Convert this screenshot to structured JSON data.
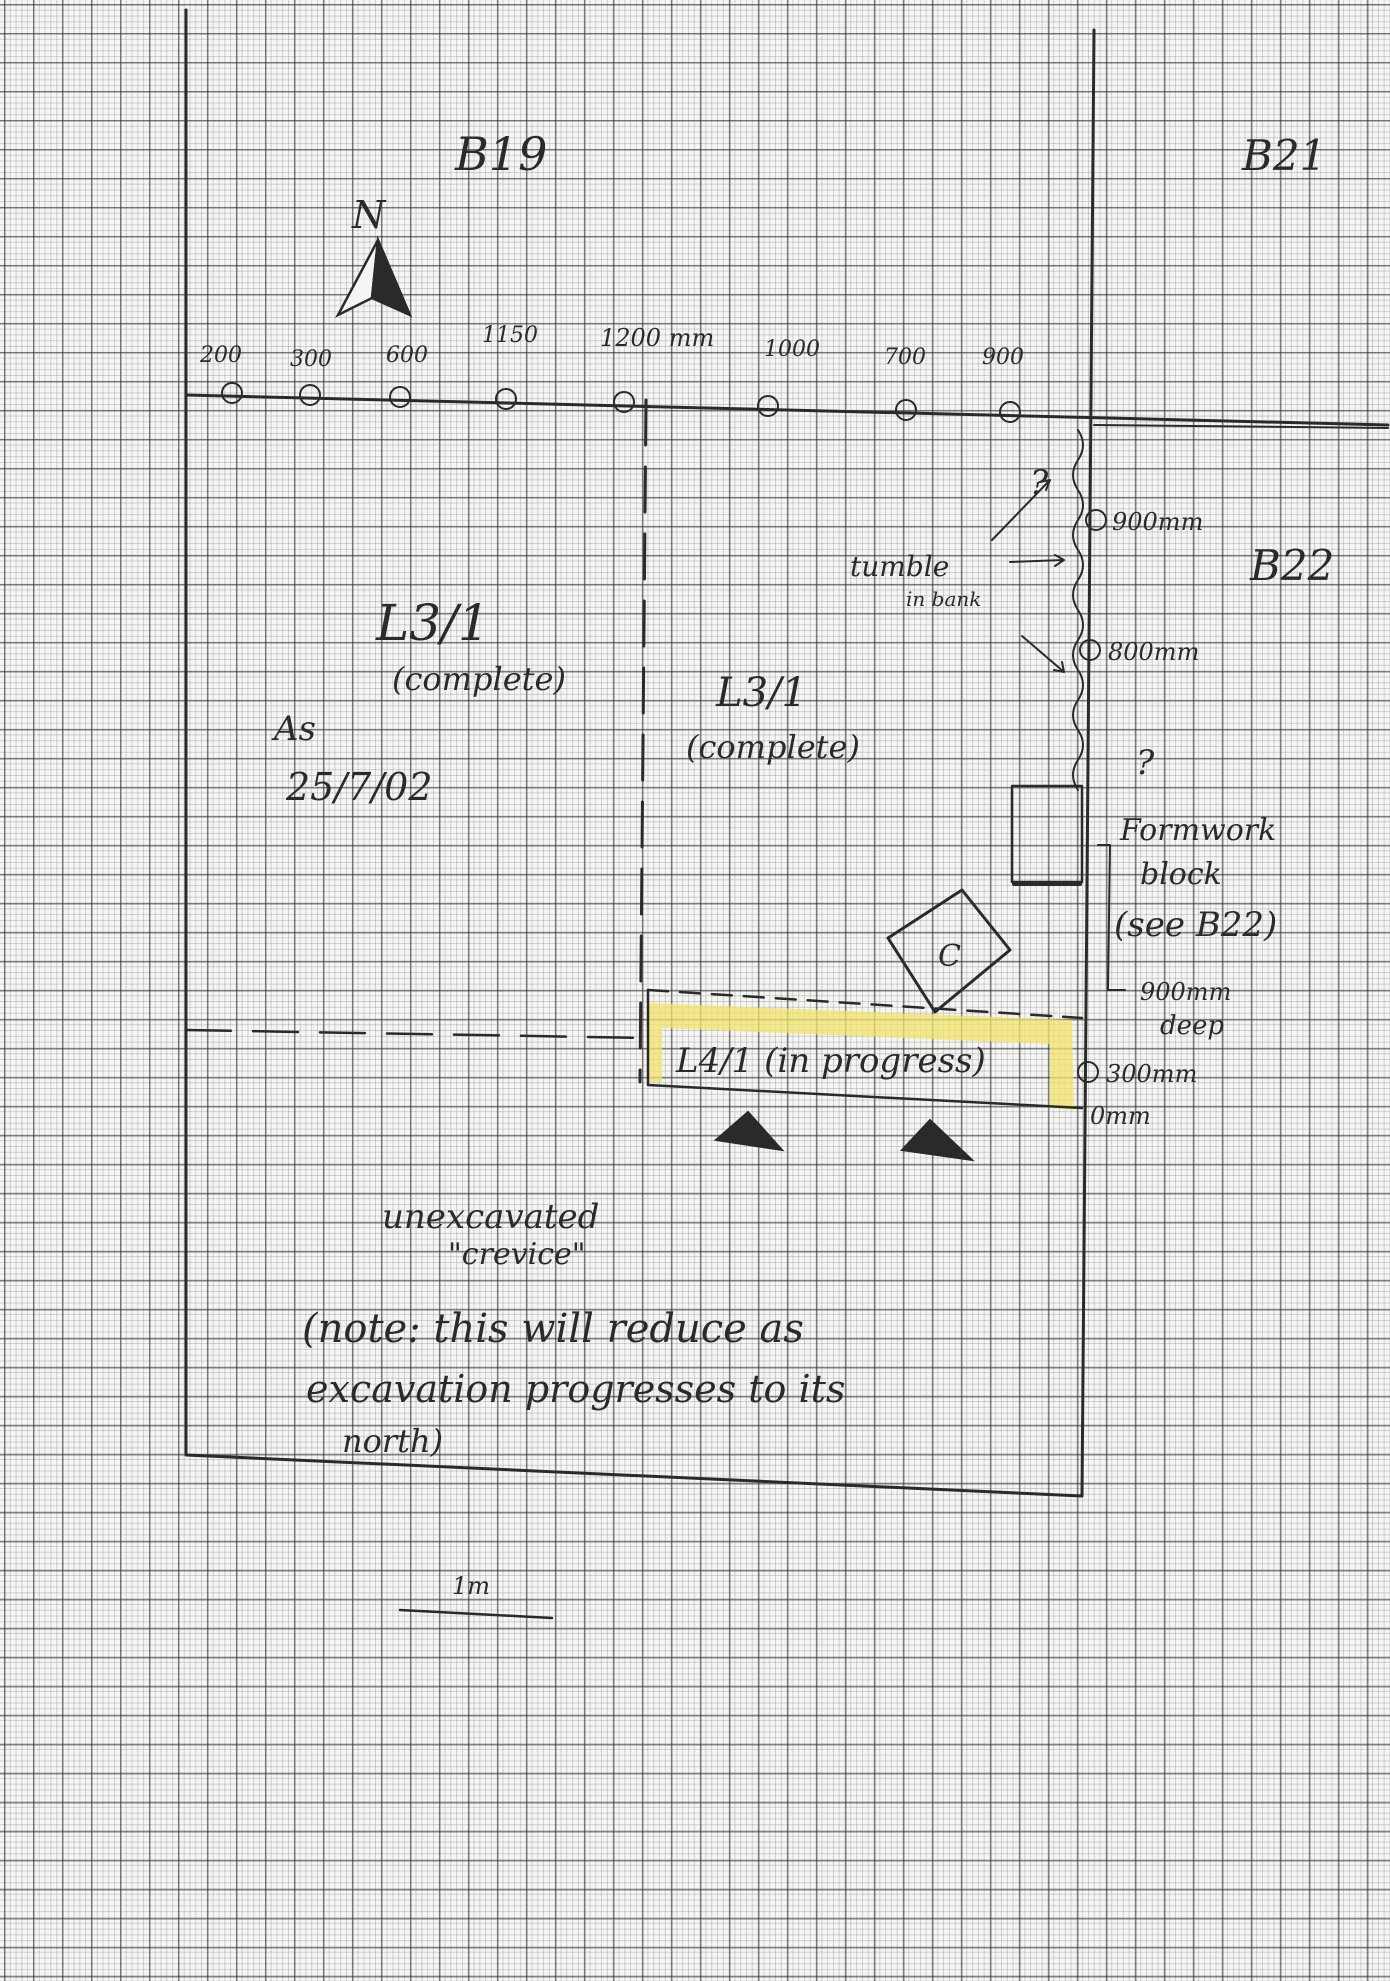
{
  "labels": {
    "b19": "B19",
    "b21": "B21",
    "b22": "B22",
    "north": "N",
    "l3_left": "L3/1",
    "l3_left_status": "(complete)",
    "l3_right": "L3/1",
    "l3_right_status": "(complete)",
    "l4": "L4/1 (in progress)",
    "as_at": "As",
    "date": "25/7/02",
    "tumble_1": "tumble",
    "tumble_2": "in bank",
    "question_1": "?",
    "question_2": "?",
    "formwork_1": "Formwork",
    "formwork_2": "block",
    "formwork_3": "(see B22)",
    "depth_1": "900mm",
    "depth_2": "deep",
    "stone": "C",
    "crevice_1": "unexcavated",
    "crevice_2": "\"crevice\"",
    "note_1": "(note: this will reduce as",
    "note_2": "excavation progresses to its",
    "note_3": "north)",
    "scale": "1m"
  },
  "depth_points_top": [
    "200",
    "300",
    "600",
    "1150",
    "1200 mm",
    "1000",
    "700",
    "900"
  ],
  "depth_points_east": [
    "900mm",
    "800mm",
    "300mm",
    "0mm"
  ],
  "colors": {
    "ink": "#2a2a2a",
    "highlight": "#f2e36b"
  }
}
